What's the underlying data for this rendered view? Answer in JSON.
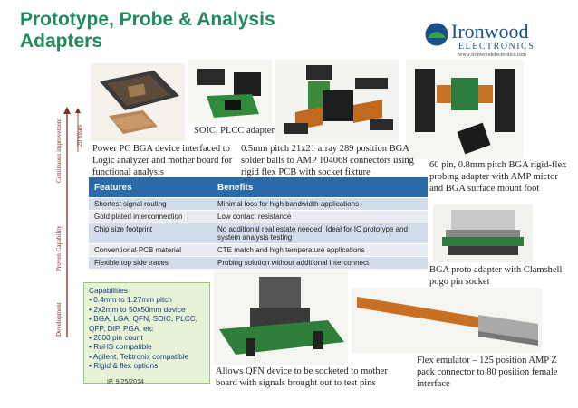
{
  "title_line1": "Prototype, Probe & Analysis",
  "title_line2": "Adapters",
  "logo": {
    "name": "Ironwood",
    "sub": "ELECTRONICS",
    "url": "www.ironwoodelectronics.com"
  },
  "captions": {
    "powerpc": "Power PC BGA device interfaced to Logic analyzer and mother board for functional analysis",
    "soic": "SOIC, PLCC adapter",
    "pitch05": "0.5mm pitch 21x21 array 289 position BGA solder balls to AMP 104068 connectors using rigid flex PCB with socket fixture",
    "pitch08": "60 pin, 0.8mm pitch BGA rigid-flex probing adapter with AMP mictor and BGA surface mount foot",
    "bga_proto": "BGA proto adapter with Clamshell pogo pin socket",
    "qfn": "Allows QFN device to be socketed to mother board with signals brought out to test pins",
    "flex": "Flex emulator – 125 position AMP Z pack connector to 80 position female interface"
  },
  "axis": {
    "years": "20 Years",
    "continuous": "Continuous improvement",
    "proven": "Proven Capability",
    "development": "Development"
  },
  "table": {
    "header_features": "Features",
    "header_benefits": "Benefits",
    "rows": [
      {
        "feature": "Shortest signal routing",
        "benefit": "Minimal loss for high bandwidth applications"
      },
      {
        "feature": "Gold plated interconnection",
        "benefit": "Low contact resistance"
      },
      {
        "feature": "Chip size footprint",
        "benefit": "No additional real estate needed. Ideal for IC prototype and system analysis testing"
      },
      {
        "feature": "Conventional PCB material",
        "benefit": "CTE match and high temperature applications"
      },
      {
        "feature": "Flexible top side traces",
        "benefit": "Probing solution without additional interconnect"
      }
    ]
  },
  "capabilities": {
    "title": "Capabilities",
    "items": [
      "• 0.4mm to 1.27mm pitch",
      "• 2x2mm to 50x50mm device",
      "• BGA, LGA, QFN, SOIC, PLCC, QFP, DIP, PGA, etc",
      "• 2000 pin count",
      "• RoHS compatible",
      "• Agilent, Tektronix compatible",
      "• Rigid & flex options"
    ]
  },
  "footer": "IP, 9/25/2014"
}
